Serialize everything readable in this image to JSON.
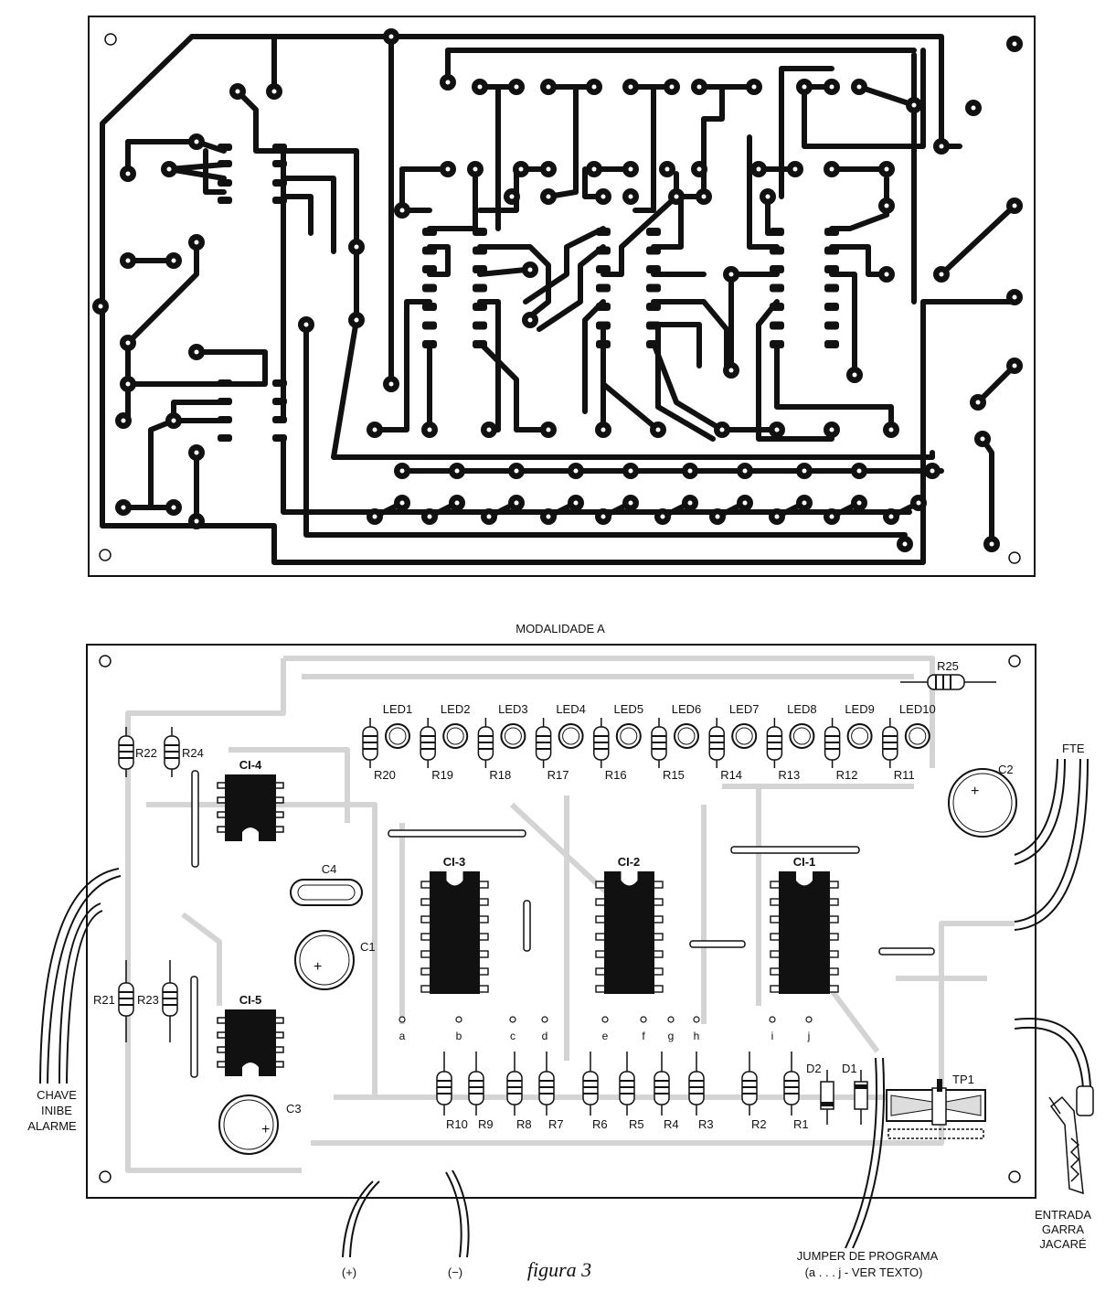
{
  "mode_title": "MODALIDADE A",
  "caption": "figura 3",
  "leds": [
    "LED1",
    "LED2",
    "LED3",
    "LED4",
    "LED5",
    "LED6",
    "LED7",
    "LED8",
    "LED9",
    "LED10"
  ],
  "led_resistors": [
    "R20",
    "R19",
    "R18",
    "R17",
    "R16",
    "R15",
    "R14",
    "R13",
    "R12",
    "R11"
  ],
  "bottom_resistors": [
    "R10",
    "R9",
    "R8",
    "R7",
    "R6",
    "R5",
    "R4",
    "R3",
    "R2",
    "R1"
  ],
  "jumper_points": [
    "a",
    "b",
    "c",
    "d",
    "e",
    "f",
    "g",
    "h",
    "i",
    "j"
  ],
  "left_resistors": [
    "R22",
    "R24",
    "R21",
    "R23"
  ],
  "ics": {
    "ci1": "CI-1",
    "ci2": "CI-2",
    "ci3": "CI-3",
    "ci4": "CI-4",
    "ci5": "CI-5"
  },
  "capacitors": {
    "c1": "C1",
    "c2": "C2",
    "c3": "C3",
    "c4": "C4"
  },
  "diodes": {
    "d1": "D1",
    "d2": "D2"
  },
  "trimpot": "TP1",
  "r25": "R25",
  "labels": {
    "fte": "FTE",
    "chave": [
      "CHAVE",
      "INIBE",
      "ALARME"
    ],
    "entrada": [
      "ENTRADA",
      "GARRA",
      "JACARÉ"
    ],
    "jumper": [
      "JUMPER DE PROGRAMA",
      "(a . . . j - VER TEXTO)"
    ],
    "plus": "(+)",
    "minus": "(−)",
    "cap_sign": "+"
  }
}
